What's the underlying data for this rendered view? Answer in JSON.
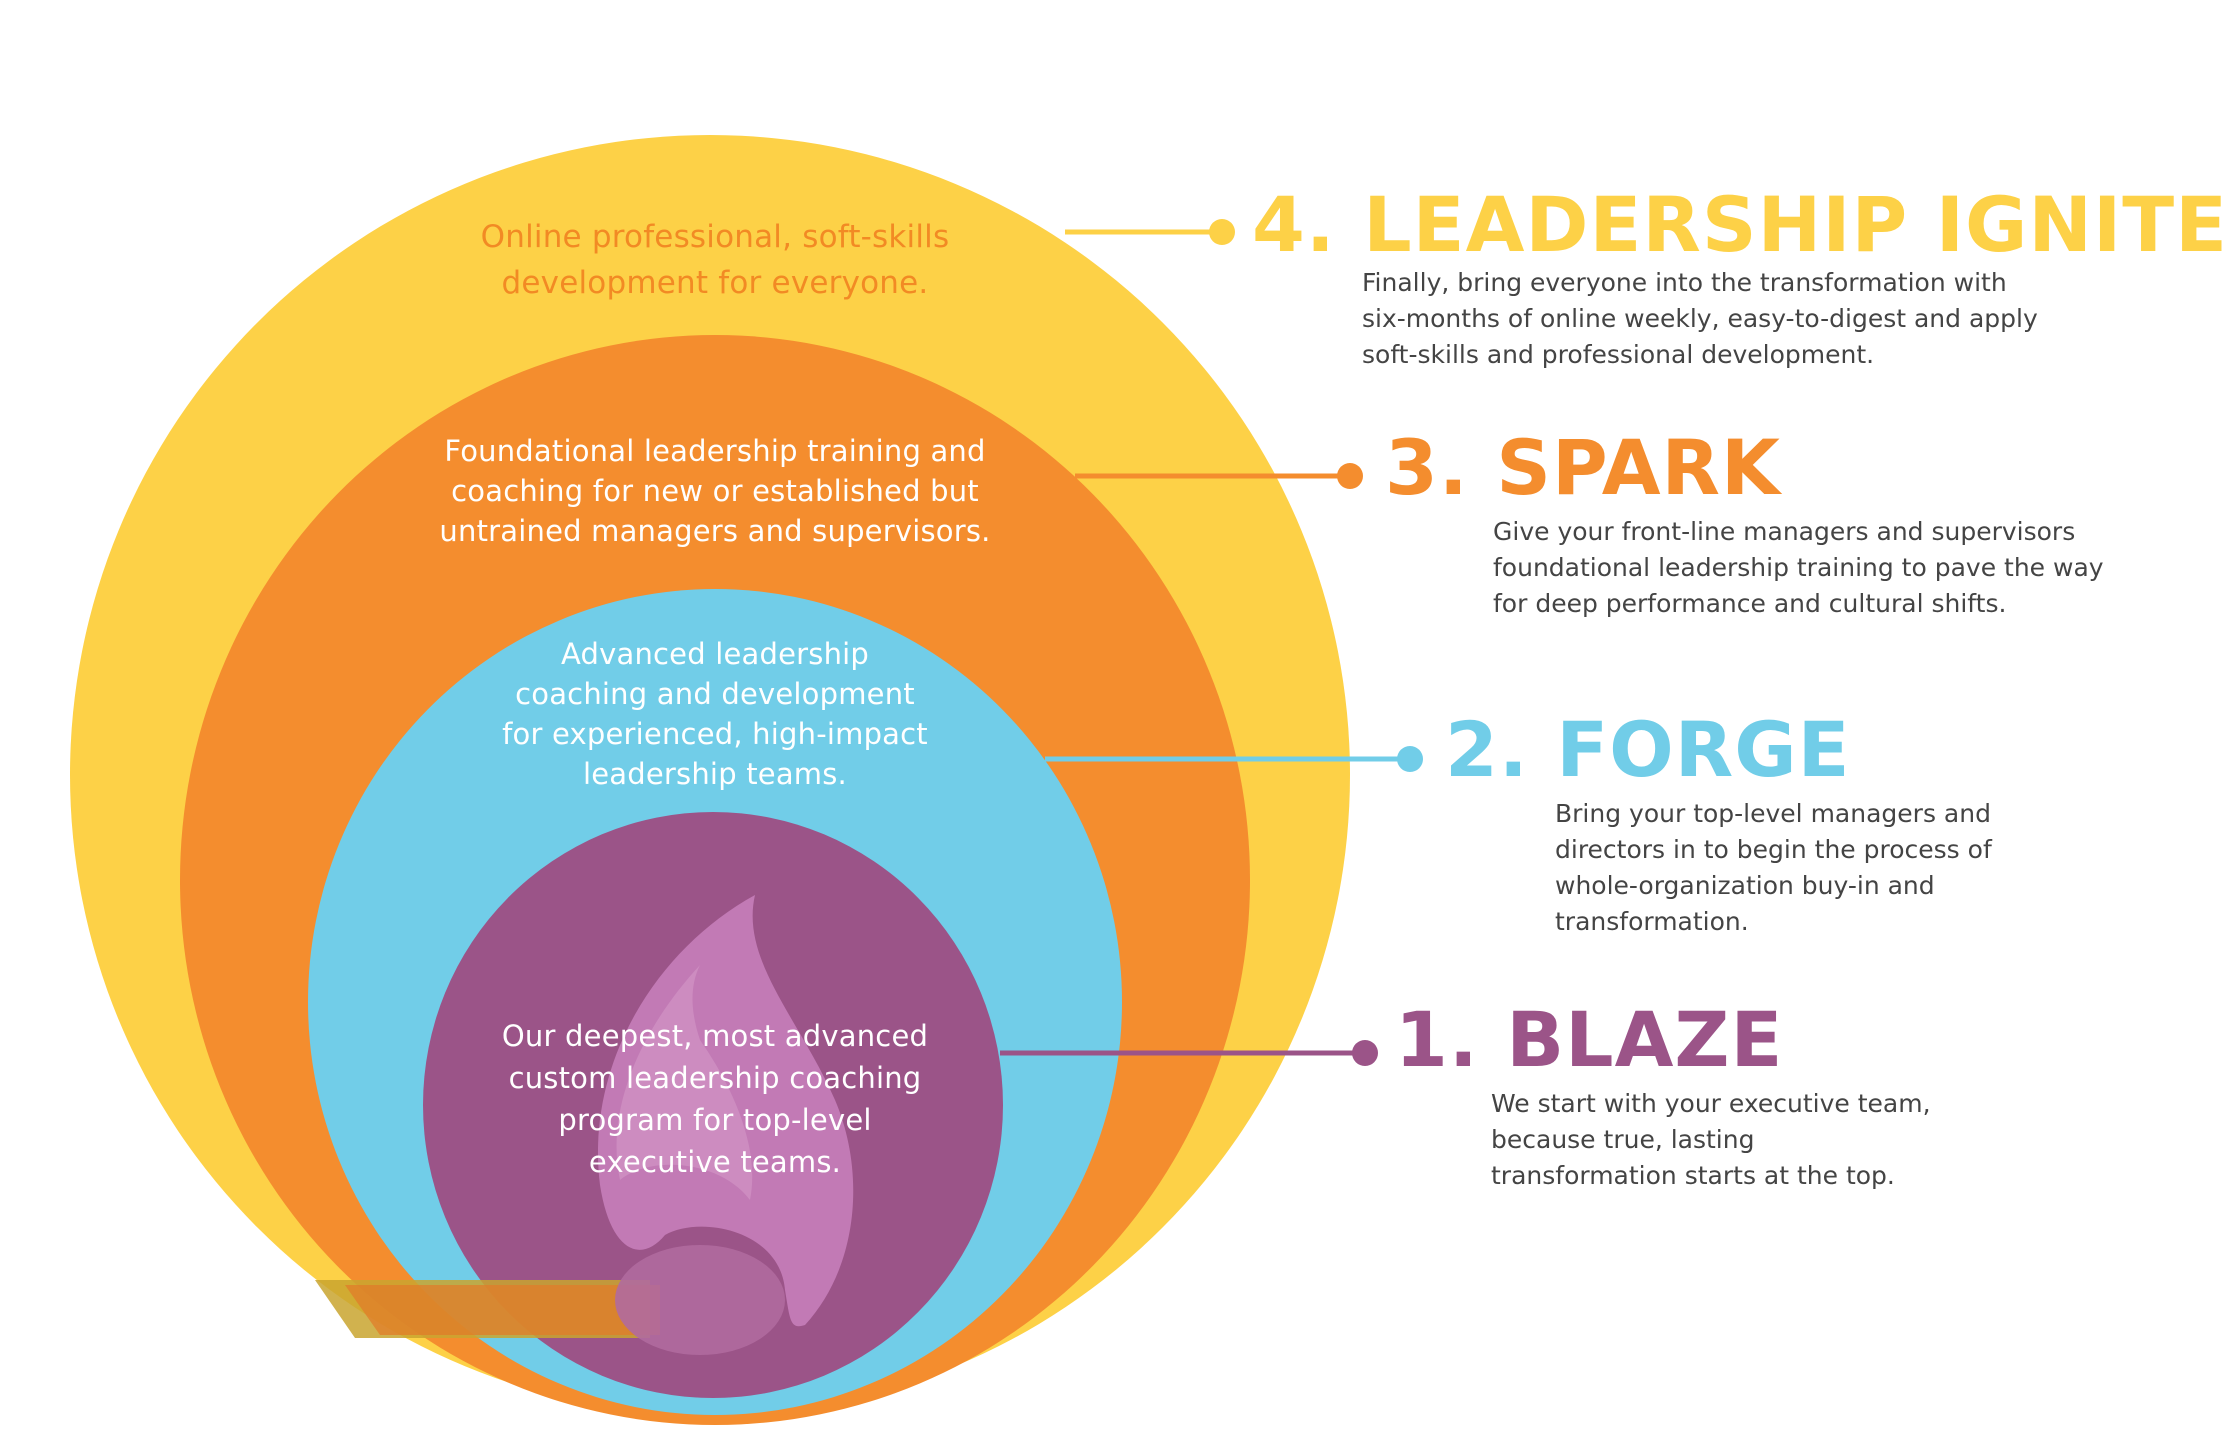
{
  "colors": {
    "ignite": "#fdd147",
    "spark": "#f48d2e",
    "forge": "#71cde8",
    "blaze": "#9b5488",
    "flame": "#c27ab5",
    "ignite_text": "#f28a24",
    "body_text": "#444444",
    "circle_text_light": "#ffffff"
  },
  "circles": {
    "ignite": {
      "lines": [
        "Online professional, soft-skills",
        "development for everyone."
      ]
    },
    "spark": {
      "lines": [
        "Foundational leadership training and",
        "coaching for new or established but",
        "untrained managers and supervisors."
      ]
    },
    "forge": {
      "lines": [
        "Advanced leadership",
        "coaching and development",
        "for experienced, high-impact",
        "leadership teams."
      ]
    },
    "blaze": {
      "lines": [
        "Our deepest, most advanced",
        "custom leadership coaching",
        "program for top-level",
        "executive teams."
      ]
    }
  },
  "stages": {
    "ignite": {
      "number": "4.",
      "title": "LEADERSHIP IGNITE",
      "desc": [
        "Finally, bring everyone into the transformation with",
        "six-months of online weekly, easy-to-digest and apply",
        "soft-skills and professional development."
      ]
    },
    "spark": {
      "number": "3.",
      "title": "SPARK",
      "desc": [
        "Give your front-line managers and supervisors",
        "foundational leadership training to pave the way",
        "for deep performance and cultural shifts."
      ]
    },
    "forge": {
      "number": "2.",
      "title": "FORGE",
      "desc": [
        "Bring your top-level managers and",
        "directors in to begin the process of",
        "whole-organization buy-in and",
        "transformation."
      ]
    },
    "blaze": {
      "number": "1.",
      "title": "BLAZE",
      "desc": [
        "We start with your executive team,",
        "because true, lasting",
        "transformation starts at the top."
      ]
    }
  }
}
